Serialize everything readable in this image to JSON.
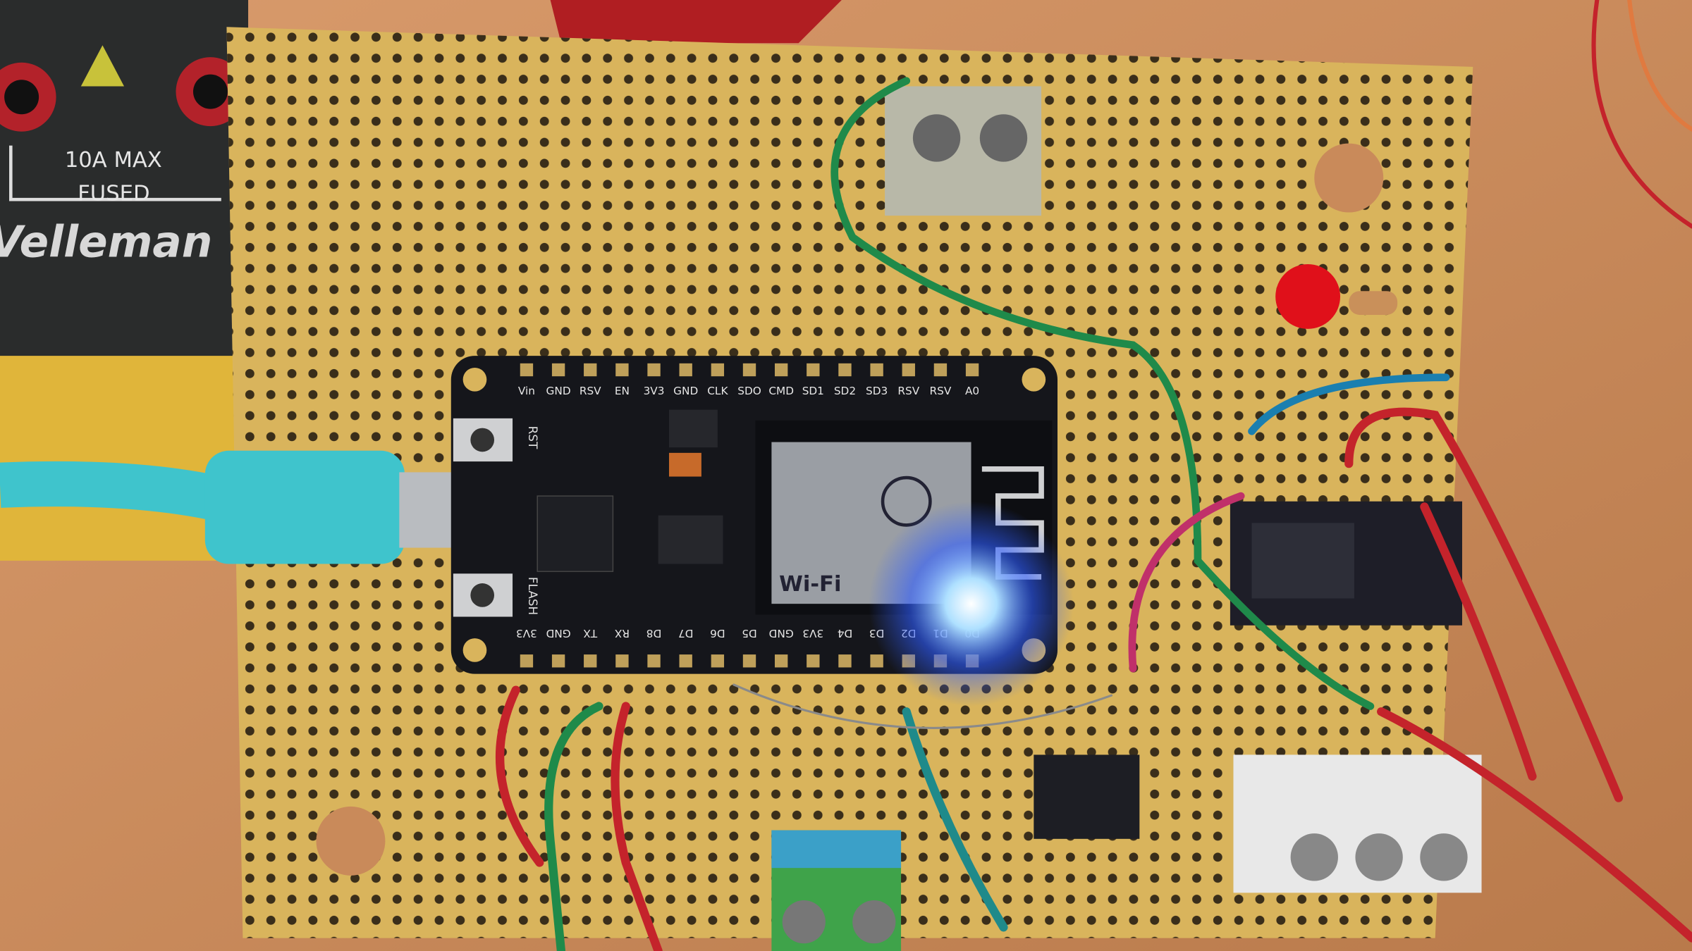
{
  "multimeter": {
    "current_label": "10A MAX",
    "fused_label": "FUSED",
    "brand": "Velleman"
  },
  "module": {
    "top_pins": [
      "Vin",
      "GND",
      "RSV",
      "EN",
      "3V3",
      "GND",
      "CLK",
      "SDO",
      "CMD",
      "SD1",
      "SD2",
      "SD3",
      "RSV",
      "RSV",
      "A0"
    ],
    "bottom_pins": [
      "3V3",
      "GND",
      "TX",
      "RX",
      "D8",
      "D7",
      "D6",
      "D5",
      "GND",
      "3V3",
      "D4",
      "D3",
      "D2",
      "D1",
      "D0"
    ],
    "rst_label": "RST",
    "flash_label": "FLASH",
    "wifi_label": "Wi-Fi"
  },
  "colors": {
    "perfboard": "#d9b45c",
    "module": "#15161b",
    "led_blue": "#3b6bff",
    "usb_cable": "#3fc4cc",
    "table": "#c98a5a"
  }
}
